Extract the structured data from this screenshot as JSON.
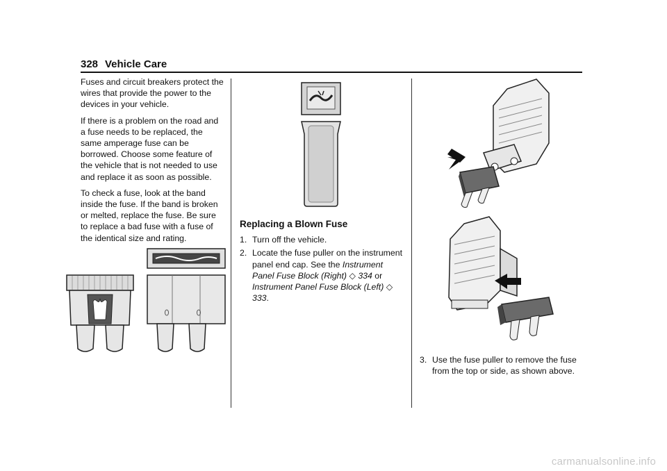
{
  "header": {
    "page_number": "328",
    "section_title": "Vehicle Care"
  },
  "col1": {
    "p1": "Fuses and circuit breakers protect the wires that provide the power to the devices in your vehicle.",
    "p2": "If there is a problem on the road and a fuse needs to be replaced, the same amperage fuse can be borrowed. Choose some feature of the vehicle that is not needed to use and replace it as soon as possible.",
    "p3": "To check a fuse, look at the band inside the fuse. If the band is broken or melted, replace the fuse. Be sure to replace a bad fuse with a fuse of the identical size and rating."
  },
  "col2": {
    "heading": "Replacing a Blown Fuse",
    "step1_num": "1.",
    "step1": "Turn off the vehicle.",
    "step2_num": "2.",
    "step2_pre": "Locate the fuse puller on the instrument panel end cap. See the ",
    "link1_text": "Instrument Panel Fuse Block (Right)",
    "link1_page": "334",
    "mid": " or ",
    "link2_text": "Instrument Panel Fuse Block (Left)",
    "link2_page": "333",
    "end": ".",
    "xref_symbol": "◇"
  },
  "col3": {
    "step3_num": "3.",
    "step3": "Use the fuse puller to remove the fuse from the top or side, as shown above."
  },
  "footer": {
    "watermark": "carmanualsonline.info"
  }
}
